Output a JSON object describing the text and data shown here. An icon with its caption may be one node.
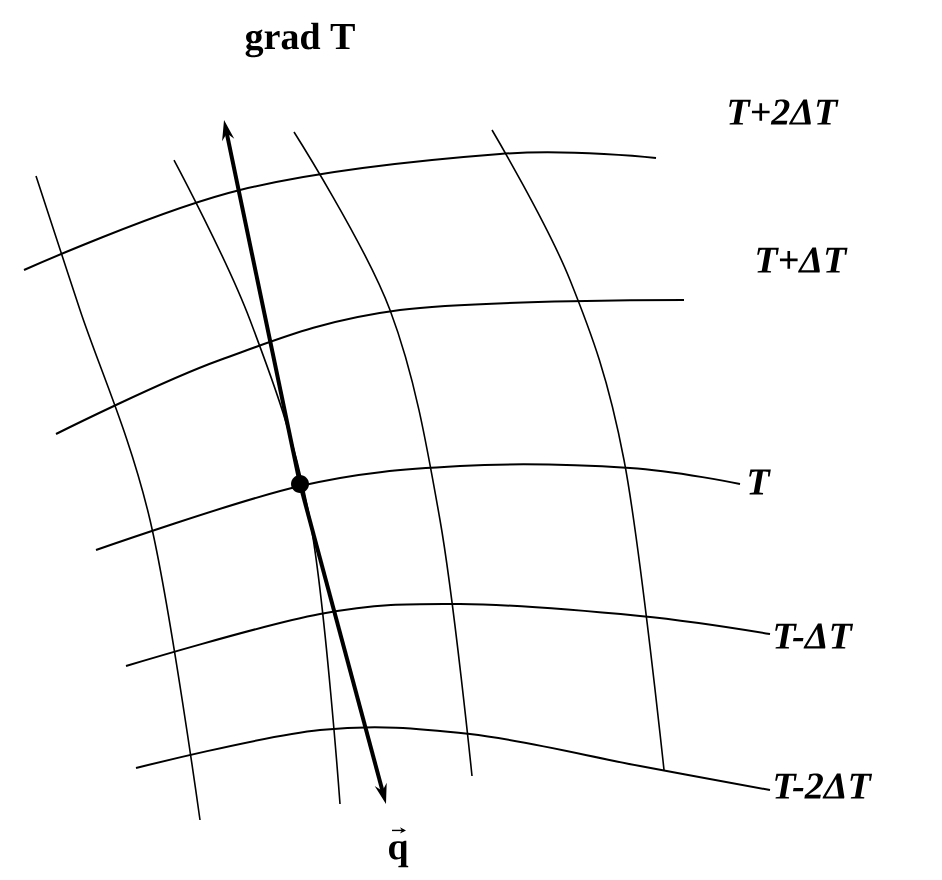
{
  "diagram": {
    "labels": [
      "grad T",
      "T+2ΔT",
      "T+ΔT",
      "T",
      "T-ΔT",
      "T-2ΔT",
      "q"
    ]
  }
}
